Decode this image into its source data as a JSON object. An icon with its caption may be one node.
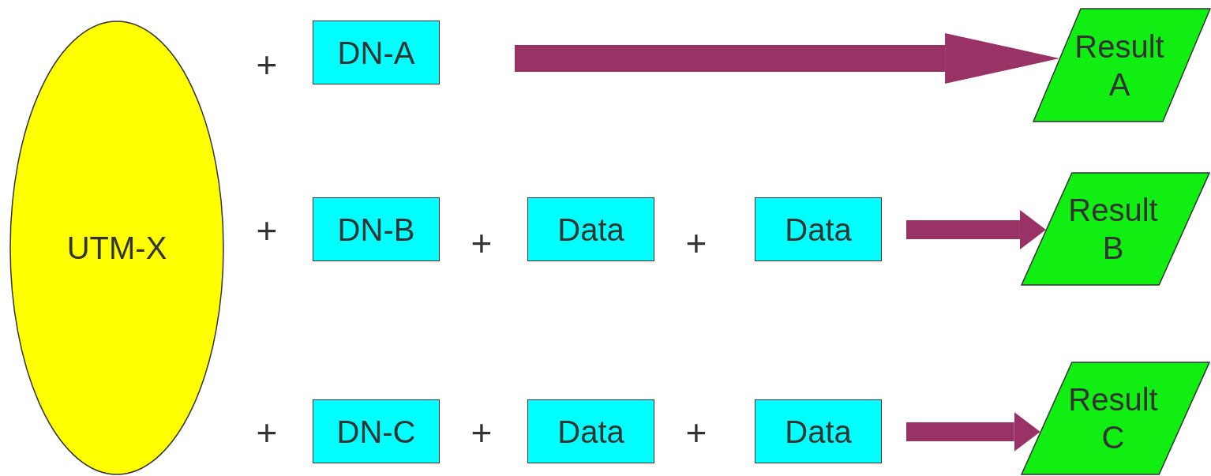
{
  "diagram": {
    "nodes": [
      {
        "text": [
          "UTM-X"
        ]
      },
      {
        "text": [
          "DN-A"
        ]
      },
      {
        "text": [
          "Result A"
        ]
      },
      {
        "text": [
          "DN-B"
        ]
      },
      {
        "text": [
          "Data"
        ]
      },
      {
        "text": [
          "Data"
        ]
      },
      {
        "text": [
          "Result B"
        ]
      },
      {
        "text": [
          "DN-C"
        ]
      },
      {
        "text": [
          "Data"
        ]
      },
      {
        "text": [
          "Data"
        ]
      },
      {
        "text": [
          "Result C"
        ]
      }
    ],
    "edges": [
      {
        "from": 1,
        "to": 2,
        "arrow": "to"
      },
      {
        "from": 5,
        "to": 6,
        "arrow": "to"
      },
      {
        "from": 9,
        "to": 10,
        "arrow": "to"
      }
    ],
    "labels": [
      "+",
      "+",
      "+",
      "+",
      "+",
      "+",
      "+"
    ]
  }
}
